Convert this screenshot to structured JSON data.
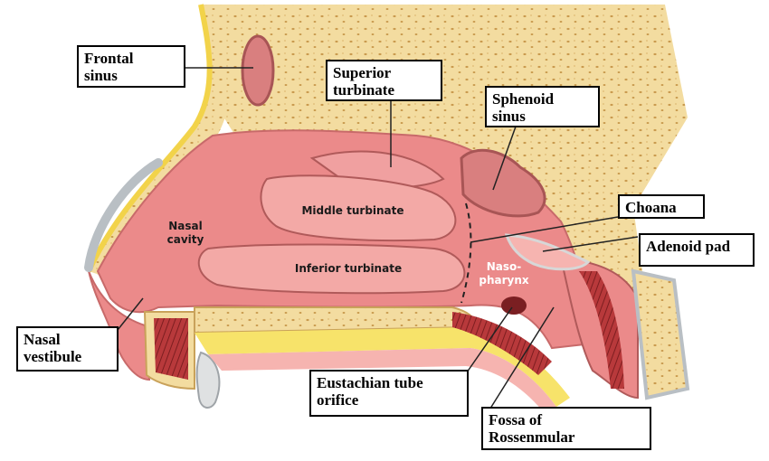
{
  "callouts": {
    "frontal_sinus": "Frontal\nsinus",
    "superior_turbinate": "Superior\nturbinate",
    "sphenoid_sinus": "Sphenoid\nsinus",
    "choana": "Choana",
    "adenoid_pad": "Adenoid pad",
    "nasal_vestibule": "Nasal\nvestibule",
    "eustachian_tube_orifice": "Eustachian tube\norifice",
    "fossa_of_rossenmular": "Fossa of\nRossenmular"
  },
  "inner_labels": {
    "nasal_cavity": "Nasal\ncavity",
    "middle_turbinate": "Middle turbinate",
    "inferior_turbinate": "Inferior turbinate",
    "nasopharynx": "Naso-\npharynx"
  },
  "colors": {
    "bone": "#f3dca0",
    "mucosa": "#eb8a8a",
    "mucosa_light": "#f6b4b0",
    "yellow_fat": "#f7e36a",
    "muscle": "#b8393b",
    "cartilage": "#b9bfc4"
  }
}
